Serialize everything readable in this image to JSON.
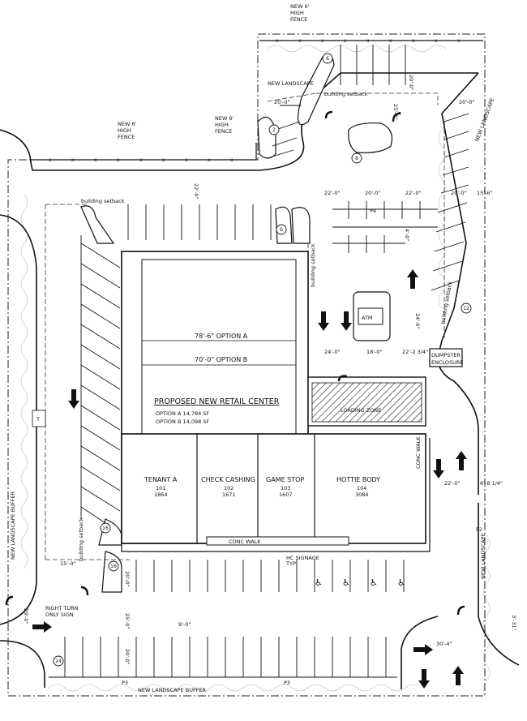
{
  "fence_labels": {
    "top": [
      "NEW 6'",
      "HIGH",
      "FENCE"
    ],
    "mid": [
      "NEW 6'",
      "HIGH",
      "FENCE"
    ],
    "left": [
      "NEW 6'",
      "HIGH",
      "FENCE"
    ]
  },
  "landscape_labels": {
    "new_landscape_top": "NEW LANDSCAPE",
    "new_landscape_right": "NEW LANDSCAPE",
    "new_landscape_buffer_left": "NEW LANDSCAPE BUFFER",
    "new_landscape_buffer_bottom": "NEW LANDSCAPE BUFFER",
    "new_landscape_bottom_right": "NEW LANDSCAPE"
  },
  "setback_labels": {
    "top": "building setback",
    "left_top": "building setback",
    "center": "building setback",
    "right": "building setback",
    "bottom_left": "building setback"
  },
  "dimensions": {
    "d20_top": "20'-0\"",
    "d20_right_top": "20'-0\"",
    "d25_4": "25'-4\"",
    "d20_mid": "20'-0\"",
    "d22_top": "22'-0\"",
    "d22_vert": "22'-0\"",
    "d20_a": "20'-0\"",
    "d22_b": "22'-0\"",
    "d20_c": "20'-0\"",
    "d15_6": "15'-6\"",
    "d4_0": "4'-0\"",
    "d24_0_atm": "24'-0\"",
    "d24_0": "24'-0\"",
    "d18_0": "18'-0\"",
    "d22_2_3_4": "22'-2 3/4\"",
    "d22_0_right": "22'-0\"",
    "d6_8_1_4": "6'-8 1/4\"",
    "d15_0": "15'-0\"",
    "d20_0_lower": "20'-0\"",
    "d25_0": "25'-0\"",
    "d20_0_bottom": "20'-0\"",
    "d9_0": "9'-0\"",
    "d29_0": "29'-0\"",
    "d30_4": "30'-4\"",
    "d3_1": "3'-31\""
  },
  "building": {
    "option_a_dim": "78'-6\"  OPTION A",
    "option_b_dim": "70'-0\"  OPTION B",
    "title": "PROPOSED NEW RETAIL CENTER",
    "option_a_area": "OPTION A 14,784 SF",
    "option_b_area": "OPTION B 14,098 SF",
    "loading_zone": "LOADING ZONE",
    "conc_walk_front": "CONC WALK",
    "conc_walk_side": "CONC WALK",
    "hc_signage": [
      "HC SIGNAGE",
      "TYP"
    ],
    "tenants": [
      {
        "name": "TENANT A",
        "unit": "101",
        "sf": "1864"
      },
      {
        "name": "CHECK CASHING",
        "unit": "102",
        "sf": "1671"
      },
      {
        "name": "GAME STOP",
        "unit": "103",
        "sf": "1607"
      },
      {
        "name": "HOTTIE BODY",
        "unit": "104",
        "sf": "3084"
      }
    ]
  },
  "features": {
    "atm": "ATM",
    "dumpster": [
      "DUMPSTER",
      "ENCLOSURE"
    ],
    "right_turn_sign": [
      "RIGHT TURN",
      "ONLY SIGN"
    ],
    "p4": "P4",
    "p2": "P2",
    "p3a": "P3",
    "p3b": "P3",
    "t_box": "T"
  },
  "stall_counts": [
    "6",
    "2",
    "8",
    "6",
    "12",
    "16",
    "16",
    "24"
  ]
}
